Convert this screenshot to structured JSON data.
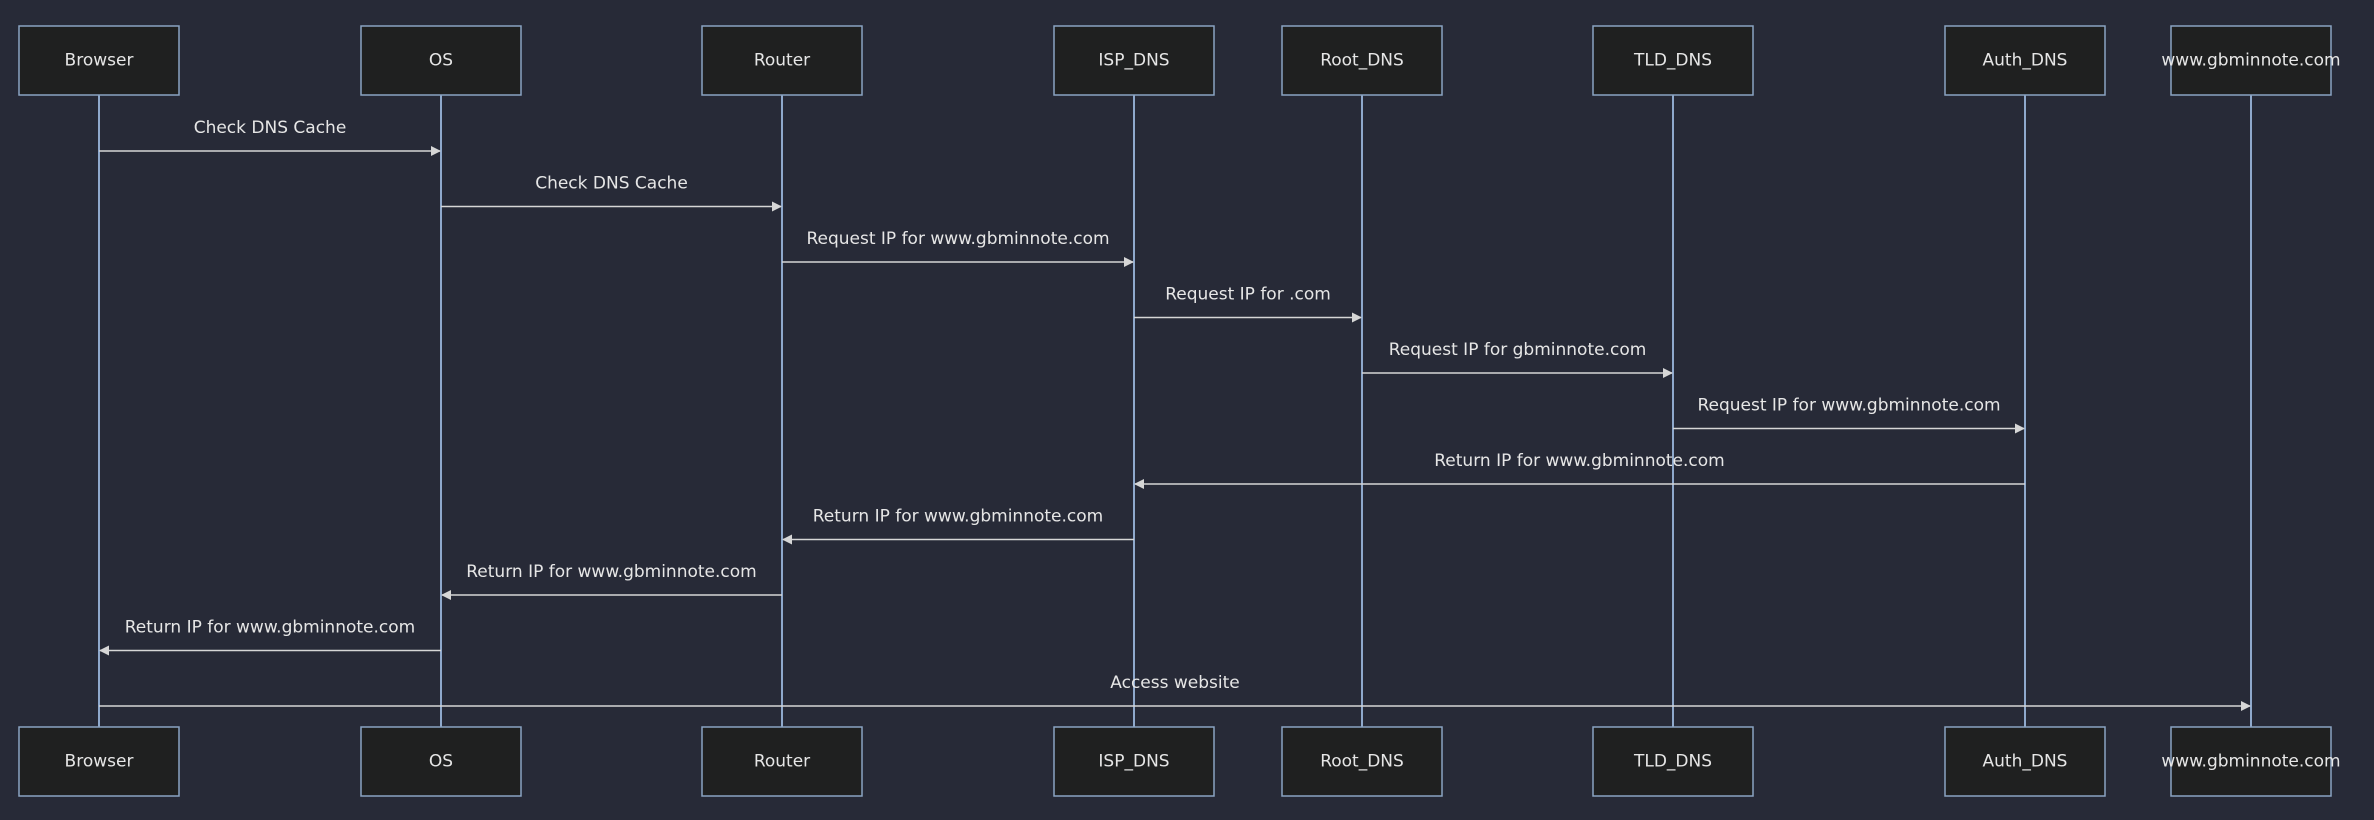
{
  "diagram": {
    "type": "sequence",
    "actors": [
      "Browser",
      "OS",
      "Router",
      "ISP_DNS",
      "Root_DNS",
      "TLD_DNS",
      "Auth_DNS",
      "www.gbminnote.com"
    ],
    "messages": [
      {
        "from": 0,
        "to": 1,
        "label": "Check DNS Cache"
      },
      {
        "from": 1,
        "to": 2,
        "label": "Check DNS Cache"
      },
      {
        "from": 2,
        "to": 3,
        "label": "Request IP for www.gbminnote.com"
      },
      {
        "from": 3,
        "to": 4,
        "label": "Request IP for .com"
      },
      {
        "from": 4,
        "to": 5,
        "label": "Request IP for gbminnote.com"
      },
      {
        "from": 5,
        "to": 6,
        "label": "Request IP for www.gbminnote.com"
      },
      {
        "from": 6,
        "to": 3,
        "label": "Return IP for www.gbminnote.com"
      },
      {
        "from": 3,
        "to": 2,
        "label": "Return IP for www.gbminnote.com"
      },
      {
        "from": 2,
        "to": 1,
        "label": "Return IP for www.gbminnote.com"
      },
      {
        "from": 1,
        "to": 0,
        "label": "Return IP for www.gbminnote.com"
      },
      {
        "from": 0,
        "to": 7,
        "label": "Access website"
      }
    ]
  }
}
